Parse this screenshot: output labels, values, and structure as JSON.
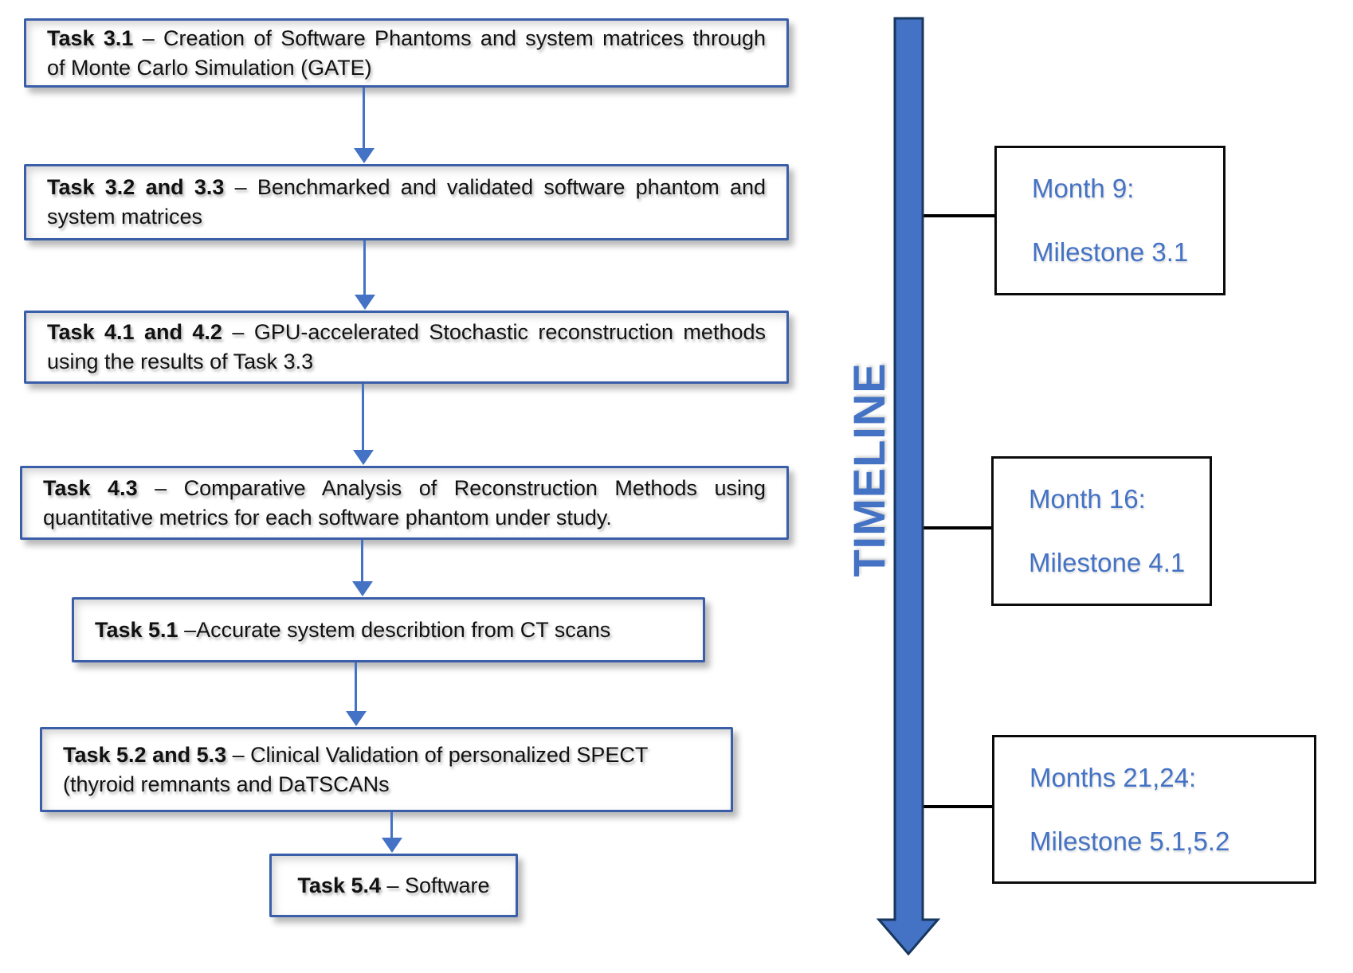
{
  "colors": {
    "accent": "#4472C4",
    "box-border": "#3B5EA9",
    "timeline-outline": "#17375E",
    "milestone-border": "#0b0b0b",
    "text": "#111111",
    "page-bg": "#ffffff"
  },
  "icons": {
    "flow_arrow": "down-arrow-icon",
    "timeline_arrow": "down-arrow-icon"
  },
  "tasks": [
    {
      "bold": "Task 3.1",
      "line1": " – Creation of Software Phantoms and system matrices through",
      "line2": "of Monte Carlo Simulation (GATE)"
    },
    {
      "bold": "Task 3.2 and 3.3",
      "line1": " – Benchmarked and validated software phantom and",
      "line2": "system matrices"
    },
    {
      "bold": "Task 4.1 and 4.2",
      "line1": " – GPU-accelerated Stochastic reconstruction methods",
      "line2": "using the results of Task 3.3"
    },
    {
      "bold": "Task 4.3",
      "line1": " – Comparative Analysis of Reconstruction Methods using",
      "line2": "quantitative metrics for each software phantom under study."
    },
    {
      "bold": "Task 5.1",
      "line1": " –Accurate system describtion  from CT scans"
    },
    {
      "bold": "Task 5.2 and 5.3",
      "line1": " – Clinical Validation of personalized SPECT",
      "line2": "(thyroid remnants and DaTSCANs"
    },
    {
      "bold": "Task 5.4",
      "line1": " – Software"
    }
  ],
  "timeline": {
    "label": "TIMELINE"
  },
  "milestones": [
    {
      "month": "Month 9:",
      "milestone": "Milestone 3.1"
    },
    {
      "month": "Month 16:",
      "milestone": "Milestone 4.1"
    },
    {
      "month": "Months 21,24:",
      "milestone": "Milestone 5.1,5.2"
    }
  ]
}
